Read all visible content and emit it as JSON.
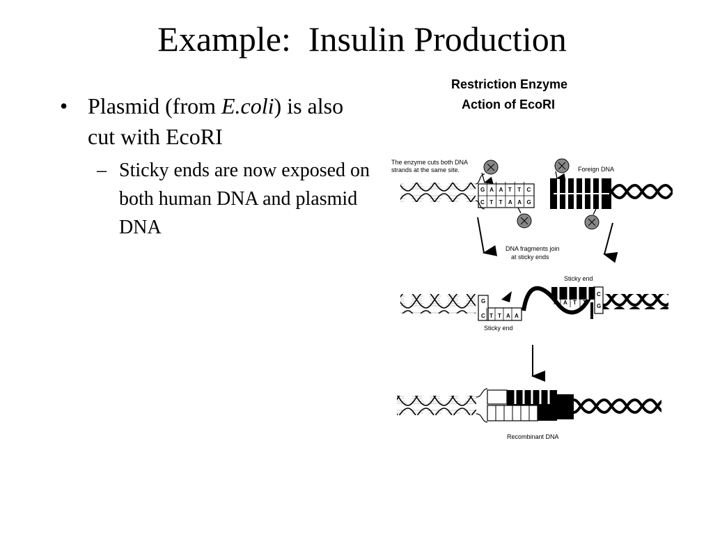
{
  "slide": {
    "title": "Example:  Insulin Production"
  },
  "bullets": {
    "main": {
      "text_before": "Plasmid (from ",
      "text_italic": "E.coli",
      "text_after": ") is also cut with EcoRI"
    },
    "sub": "Sticky ends are now exposed on both human DNA and plasmid DNA"
  },
  "figure": {
    "title_line1": "Restriction Enzyme",
    "title_line2": "Action of EcoRI",
    "note_line1": "The enzyme cuts both DNA",
    "note_line2": "strands at the same site.",
    "foreign_dna": "Foreign DNA",
    "join_line1": "DNA fragments join",
    "join_line2": "at sticky ends",
    "sticky_end_top": "Sticky end",
    "sticky_end_bottom": "Sticky end",
    "recombinant": "Recombinant DNA",
    "top_strand_bases": [
      "G",
      "A",
      "A",
      "T",
      "T",
      "C"
    ],
    "bottom_strand_bases": [
      "C",
      "T",
      "T",
      "A",
      "A",
      "G"
    ],
    "left_sticky_top": [
      "G"
    ],
    "left_sticky_bottom": [
      "C",
      "T",
      "T",
      "A",
      "A"
    ],
    "right_sticky_top": [
      "A",
      "A",
      "T",
      "T"
    ],
    "right_sticky_bottom": [
      "C",
      "G"
    ]
  }
}
